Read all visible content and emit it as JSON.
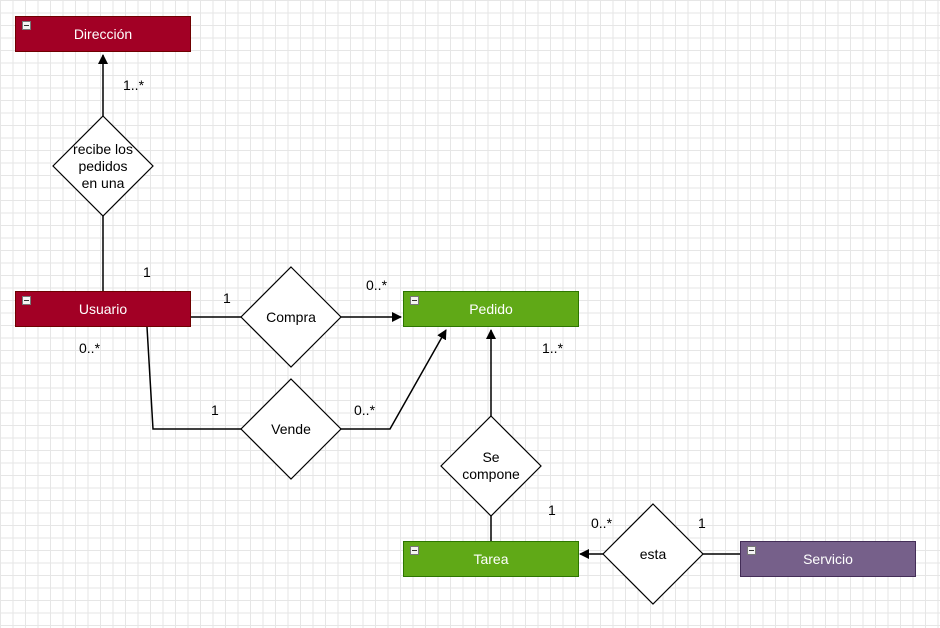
{
  "entities": {
    "direccion": {
      "label": "Dirección",
      "color": "#a20025"
    },
    "usuario": {
      "label": "Usuario",
      "color": "#a20025"
    },
    "pedido": {
      "label": "Pedido",
      "color": "#60a917"
    },
    "tarea": {
      "label": "Tarea",
      "color": "#60a917"
    },
    "servicio": {
      "label": "Servicio",
      "color": "#76608a"
    }
  },
  "relationships": {
    "recibe": {
      "label": "recibe los pedidos en una"
    },
    "compra": {
      "label": "Compra"
    },
    "vende": {
      "label": "Vende"
    },
    "se_compone": {
      "label": "Se compone"
    },
    "esta": {
      "label": "esta"
    }
  },
  "cardinalities": {
    "direccion_recibe": "1..*",
    "usuario_recibe": "1",
    "usuario_compra": "1",
    "pedido_compra": "0..*",
    "usuario_vende_left": "0..*",
    "usuario_vende": "1",
    "pedido_vende": "0..*",
    "pedido_compone": "1..*",
    "tarea_compone": "1",
    "tarea_esta": "0..*",
    "servicio_esta": "1"
  }
}
